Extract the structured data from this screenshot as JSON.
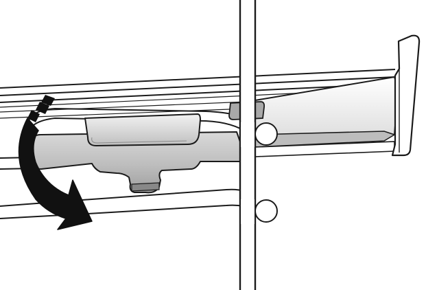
{
  "figure": {
    "description_visible_text": "",
    "colors": {
      "background": "#ffffff",
      "line": "#1a1a1a",
      "shade_light": "#e6e6e6",
      "shade_mid": "#c8c8c8",
      "shade_dark": "#9a9a9a",
      "arrow": "#111111"
    },
    "parts": [
      "oven-shelf-rail",
      "telescopic-runner",
      "release-tab",
      "wire-rack",
      "side-wall-post",
      "rotate-down-arrow"
    ]
  }
}
